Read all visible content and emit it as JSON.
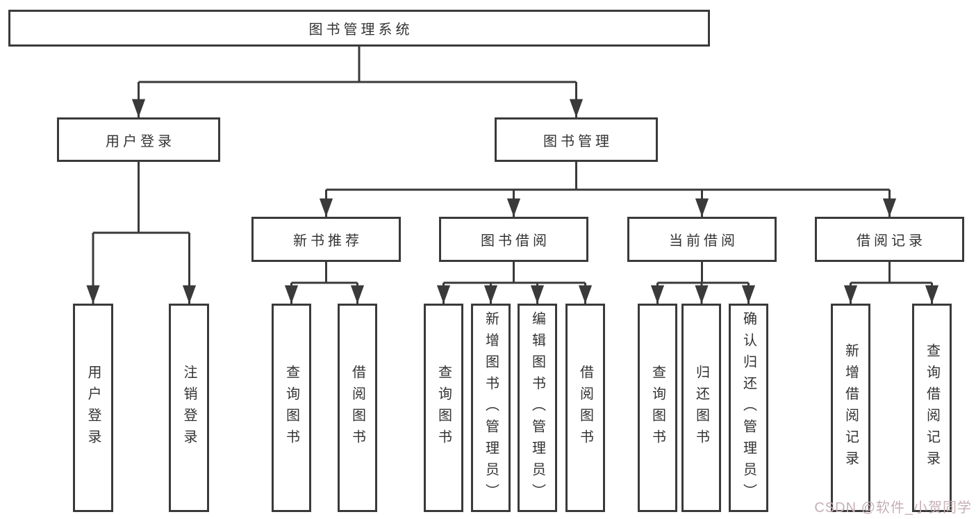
{
  "diagram_title": "图书管理系统",
  "nodes": {
    "root": "图书管理系统",
    "user_login": "用户登录",
    "book_mgmt": "图书管理",
    "new_book_rec": "新书推荐",
    "book_borrow": "图书借阅",
    "current_borrow": "当前借阅",
    "borrow_record": "借阅记录",
    "leaf_user_login": "用户登录",
    "leaf_logout": "注销登录",
    "leaf_query_book_rec": "查询图书",
    "leaf_borrow_book_rec": "借阅图书",
    "leaf_query_book_borrow": "查询图书",
    "leaf_add_book_admin": "新增图书（管理员）",
    "leaf_edit_book_admin": "编辑图书（管理员）",
    "leaf_borrow_book_borrow": "借阅图书",
    "leaf_query_book_current": "查询图书",
    "leaf_return_book": "归还图书",
    "leaf_confirm_return_admin": "确认归还（管理员）",
    "leaf_add_borrow_record": "新增借阅记录",
    "leaf_query_borrow_record": "查询借阅记录"
  },
  "watermark": "CSDN @软件_小贺同学",
  "colors": {
    "line": "#3a3a3a",
    "text": "#333333",
    "box_fill": "#ffffff",
    "background": "#ffffff",
    "watermark": "#c5b0b5"
  }
}
